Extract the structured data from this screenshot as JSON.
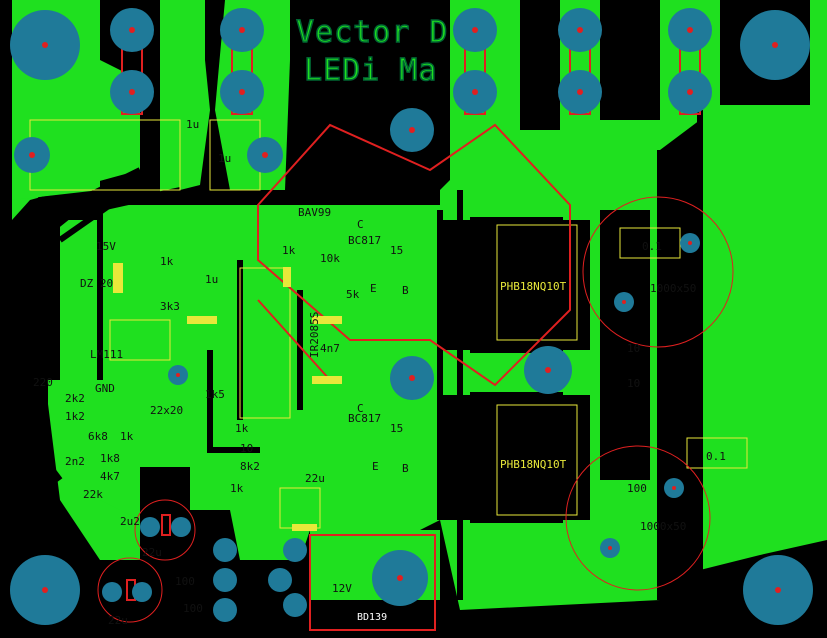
{
  "title": {
    "line1": "Vector D",
    "line2": "LEDi Ma"
  },
  "labels": {
    "cap_1u_a": "1u",
    "cap_1u_b": "1u",
    "cap_1u_c": "1u",
    "bav99": "BAV99",
    "bc817_a": "BC817",
    "bc817_b": "BC817",
    "r10k": "10k",
    "r15_a": "15",
    "r15_b": "15",
    "r5k": "5k",
    "c4p7": "4n7",
    "r1k_a": "1k",
    "r1k_b": "1k",
    "r1k_c": "1k",
    "r1k5": "1k5",
    "r8k2": "8k2",
    "r3k3": "3k3",
    "r10_a": "10",
    "r10_b": "10",
    "r10_c": "10",
    "r100_a": "100",
    "r100_b": "100",
    "r100_c": "100",
    "r6k8": "6k8",
    "r22k": "22k",
    "r2k2": "2k2",
    "r1k2": "1k2",
    "r4k7": "4k7",
    "r1k8": "1k8",
    "r2n2": "2n2",
    "c220": "220",
    "c22u_a": "22u",
    "c22u_b": "22u",
    "c22x20": "22x20",
    "c2u2": "2u2",
    "ic_ir": "IR2085S",
    "ic_lm": "LM111",
    "mos_a": "PHB18NQ10T",
    "mos_b": "PHB18NQ10T",
    "cap_100": "1000x50",
    "cap_100b": "1000x50",
    "res_01_a": "0.1",
    "res_01_b": "0.1",
    "r15v": "15V",
    "r12v": "12V",
    "bd139": "BD139",
    "dz": "DZ 20",
    "gnd": "GND",
    "c_top": "C",
    "c_bot": "C",
    "b_top": "B",
    "b_bot": "B",
    "e_top": "E",
    "e_bot": "E"
  },
  "colors": {
    "background": "#000000",
    "copper": "#1fe01f",
    "pad": "#1f7a99",
    "silk": "#e8e83a",
    "outline": "#e02020",
    "drill": "#e02020"
  }
}
